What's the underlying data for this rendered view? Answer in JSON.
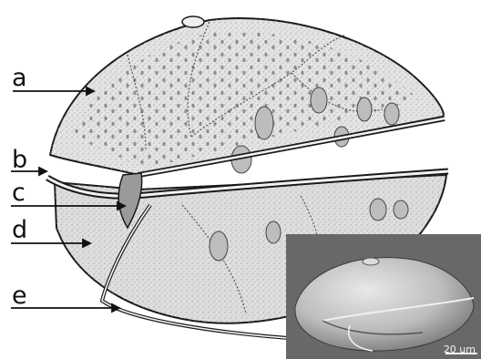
{
  "labels": {
    "a": "a",
    "b": "b",
    "c": "c",
    "d": "d",
    "e": "e"
  },
  "inset": {
    "scale_text": "20 um"
  },
  "colors": {
    "outline": "#1a1a1a",
    "stipple": "#9a9a9a",
    "sem_background": "#6a6a6a",
    "sem_cell": "#c9c9c9"
  }
}
